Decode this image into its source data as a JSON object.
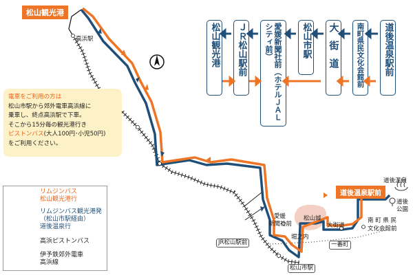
{
  "header_tag": "松山観光港",
  "route_stops": [
    {
      "id": "s1",
      "label": "松山観光港"
    },
    {
      "id": "s2",
      "label": "ＪＲ松山駅前"
    },
    {
      "id": "s3",
      "label": "愛媛新聞社前（ホテルＪＡＬシティ前）"
    },
    {
      "id": "s4",
      "label": "松山市駅"
    },
    {
      "id": "s5",
      "label": "大街道"
    },
    {
      "id": "s6",
      "label": "南町県民文化会館前"
    },
    {
      "id": "s7",
      "label": "道後温泉駅前"
    }
  ],
  "compass": "N",
  "callout": {
    "line1": "電車をご利用の方は",
    "line2": "松山市駅から郊外電車高浜線に",
    "line3": "乗車し、終点高浜駅で下車。",
    "line4": "そこから15分毎の観光港行き",
    "line5a": "ピストンバス",
    "line5b": "(大人100円･小児50円)",
    "line6": "をご利用ください。"
  },
  "legend": {
    "orange_line1": "リムジンバス",
    "orange_line2": "松山観光港行",
    "navy_line1": "リムジンバス観光港発",
    "navy_line2": "（松山市駅経由）",
    "navy_line3": "道後温泉行",
    "black_label": "高浜ピストンバス",
    "rail_line1": "伊予鉄郊外電車",
    "rail_line2": "高浜線"
  },
  "map_labels": {
    "takahama": "高浜駅",
    "dogo_station": "道後温泉駅前",
    "dogo_onsen": "道後温泉",
    "dogo_park_1": "道後",
    "dogo_park_2": "公園",
    "ehime_1": "愛媛",
    "ehime_2": "新聞社前",
    "matsuyama_castle": "松山城",
    "okaido": "大街道",
    "minamimachi_1": "南 町 県 民",
    "minamimachi_2": "文化会館前",
    "horinouchi": "堀之内",
    "ichibancho": "一番町",
    "jr_matsuyama": "JR松山駅前",
    "matsuyamashi": "松山市駅"
  },
  "colors": {
    "orange": "#ee7426",
    "navy": "#1f4e79",
    "callout_bg": "#fdf1c7",
    "castle": "#f4cfc4"
  }
}
